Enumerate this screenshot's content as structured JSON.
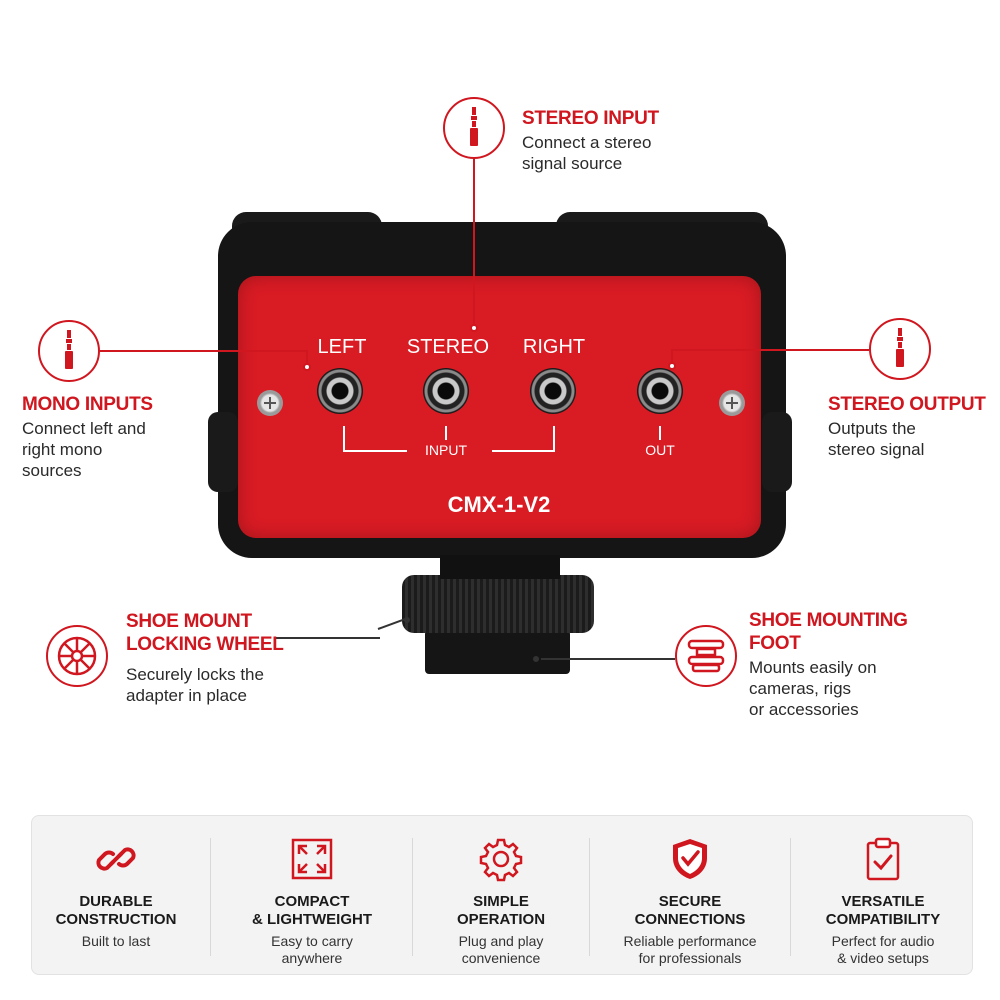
{
  "brand_color": "#d0161e",
  "device": {
    "labels": {
      "left": "LEFT",
      "stereo": "STEREO",
      "right": "RIGHT",
      "input": "INPUT",
      "out": "OUT"
    },
    "model": "CMX-1-V2"
  },
  "callouts": {
    "stereo_input": {
      "title": "STEREO INPUT",
      "desc": "Connect a stereo\nsignal source",
      "icon": "audio-jack-icon"
    },
    "mono_inputs": {
      "title": "MONO INPUTS",
      "desc": "Connect left and\nright mono\nsources",
      "icon": "audio-jack-icon"
    },
    "stereo_output": {
      "title": "STEREO OUTPUT",
      "desc": "Outputs the\nstereo signal",
      "icon": "audio-jack-icon"
    },
    "locking_wheel": {
      "title": "SHOE MOUNT\nLOCKING WHEEL",
      "desc": "Securely locks the\nadapter in place",
      "icon": "wheel-icon"
    },
    "mounting_foot": {
      "title": "SHOE MOUNTING\nFOOT",
      "desc": "Mounts easily on\ncameras, rigs\nor accessories",
      "icon": "shoe-foot-icon"
    }
  },
  "features": [
    {
      "title": "DURABLE\nCONSTRUCTION",
      "desc": "Built to last",
      "icon": "chain-link-icon"
    },
    {
      "title": "COMPACT\n& LIGHTWEIGHT",
      "desc": "Easy to carry\nanywhere",
      "icon": "expand-arrows-icon"
    },
    {
      "title": "SIMPLE\nOPERATION",
      "desc": "Plug and play\nconvenience",
      "icon": "gear-icon"
    },
    {
      "title": "SECURE\nCONNECTIONS",
      "desc": "Reliable performance\nfor professionals",
      "icon": "shield-check-icon"
    },
    {
      "title": "VERSATILE\nCOMPATIBILITY",
      "desc": "Perfect for audio\n& video setups",
      "icon": "clipboard-check-icon"
    }
  ]
}
